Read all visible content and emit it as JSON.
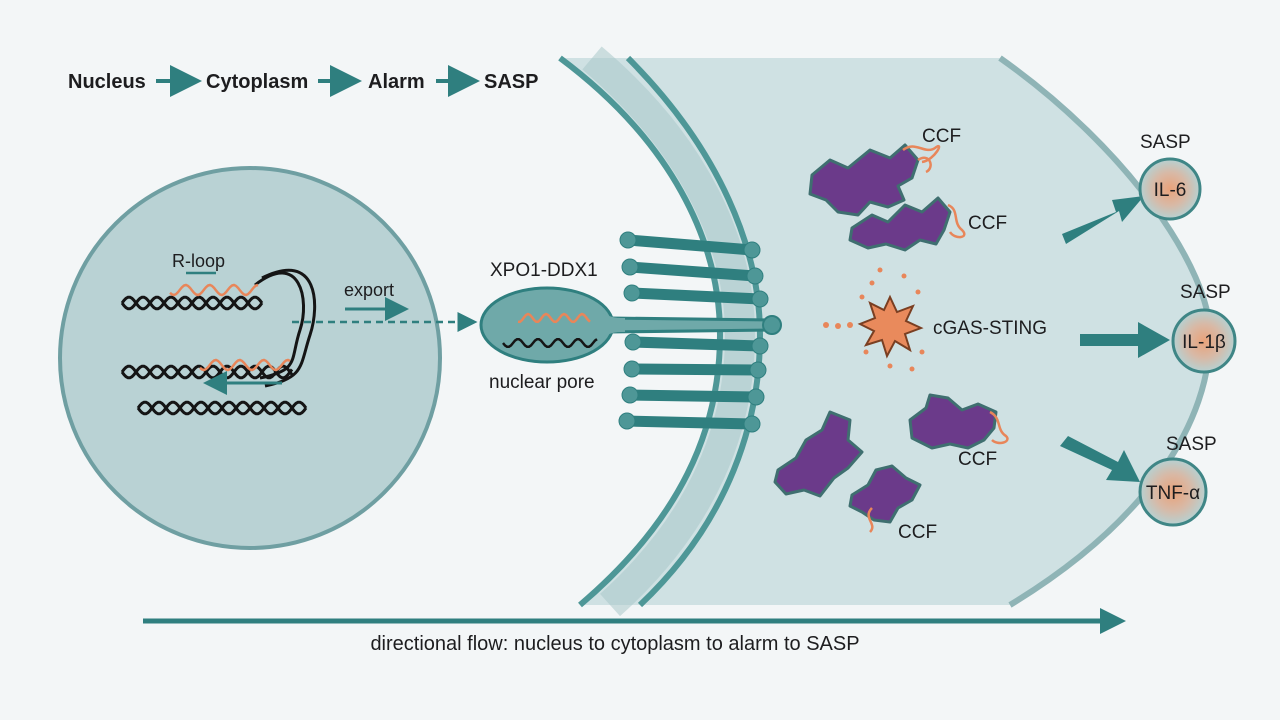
{
  "flow_steps": [
    "Nucleus",
    "Cytoplasm",
    "Alarm",
    "SASP"
  ],
  "nucleus": {
    "rloop_label": "R-loop",
    "export_label": "export"
  },
  "pore": {
    "complex_label": "XPO1-DDX1",
    "pore_label": "nuclear pore"
  },
  "cytoplasm": {
    "ccf_labels": [
      "CCF",
      "CCF",
      "CCF",
      "CCF"
    ],
    "sensor_label": "cGAS-STING"
  },
  "outputs": [
    {
      "group": "SASP",
      "cytokine": "IL-6"
    },
    {
      "group": "SASP",
      "cytokine": "IL-1β"
    },
    {
      "group": "SASP",
      "cytokine": "TNF-α"
    }
  ],
  "footer": {
    "caption": "directional flow: nucleus to cytoplasm to alarm to SASP"
  },
  "colors": {
    "teal": "#2f7f7f",
    "cell_fill": "#cfe1e3",
    "nucleus_fill": "#b9d2d4",
    "rna_orange": "#e8865a",
    "ccf_purple": "#6b3a8a",
    "dna_black": "#151515"
  }
}
